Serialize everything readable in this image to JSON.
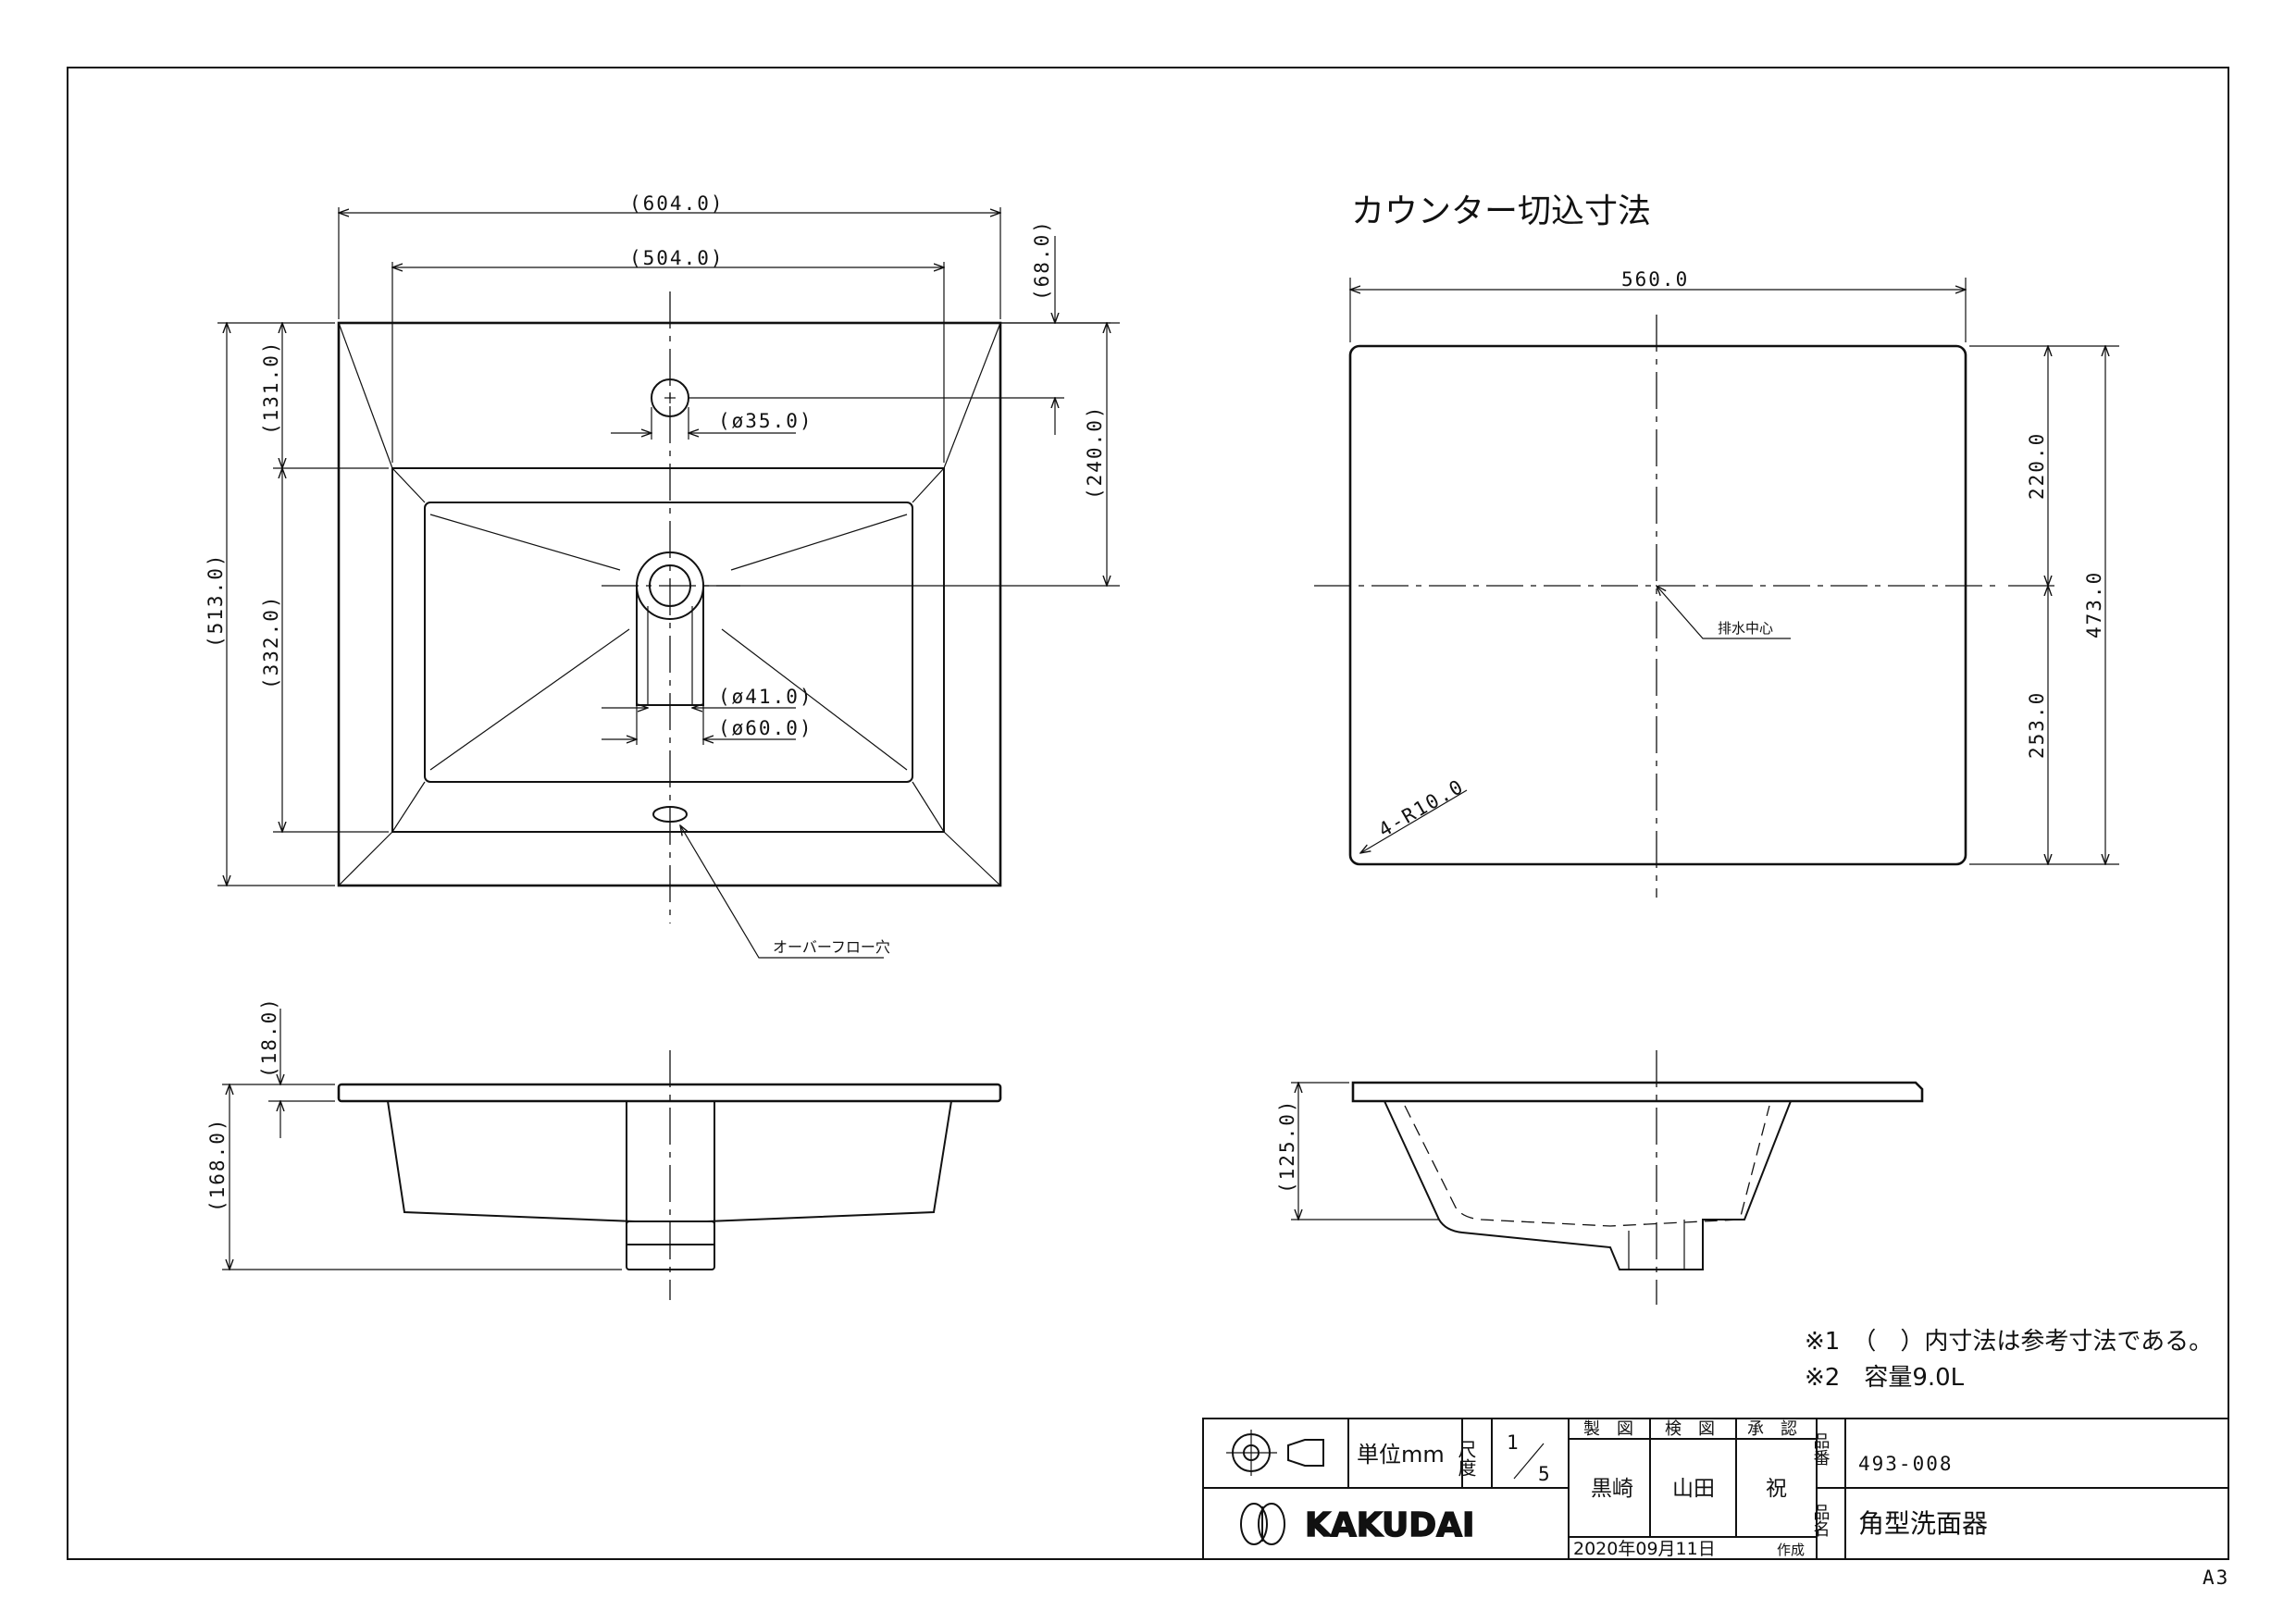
{
  "sheet_size": "A3",
  "plan_view": {
    "overall_width": "(604.0)",
    "bowl_width": "(504.0)",
    "faucet_offset": "(68.0)",
    "back_to_bowl": "(131.0)",
    "back_to_drain": "(240.0)",
    "overall_depth": "(513.0)",
    "bowl_depth": "(332.0)",
    "faucet_hole": "(ø35.0)",
    "drain_inner": "(ø41.0)",
    "drain_outer": "(ø60.0)",
    "overflow_label": "オーバーフロー穴"
  },
  "cutout": {
    "title": "カウンター切込寸法",
    "width": "560.0",
    "back_to_center": "220.0",
    "front_to_center": "253.0",
    "depth": "473.0",
    "corner_radius": "4-R10.0",
    "drain_center_label": "排水中心"
  },
  "front_view": {
    "rim_thickness": "(18.0)",
    "bowl_height": "(168.0)"
  },
  "side_view": {
    "bowl_height": "(125.0)"
  },
  "notes": [
    "※1　（　）内寸法は参考寸法である。",
    "※2　容量9.0L"
  ],
  "title_block": {
    "unit": "単位mm",
    "scale_label": "尺度",
    "scale_num": "1",
    "scale_den": "5",
    "drawn_header": "製　図",
    "checked_header": "検　図",
    "approved_header": "承　認",
    "drawn_by": "黒崎",
    "checked_by": "山田",
    "approved_by": "祝",
    "part_no_label": "品番",
    "part_no": "493-008",
    "part_name_label": "品名",
    "part_name": "角型洗面器",
    "date": "2020年09月11日",
    "created": "作成",
    "company": "KAKUDAI"
  }
}
